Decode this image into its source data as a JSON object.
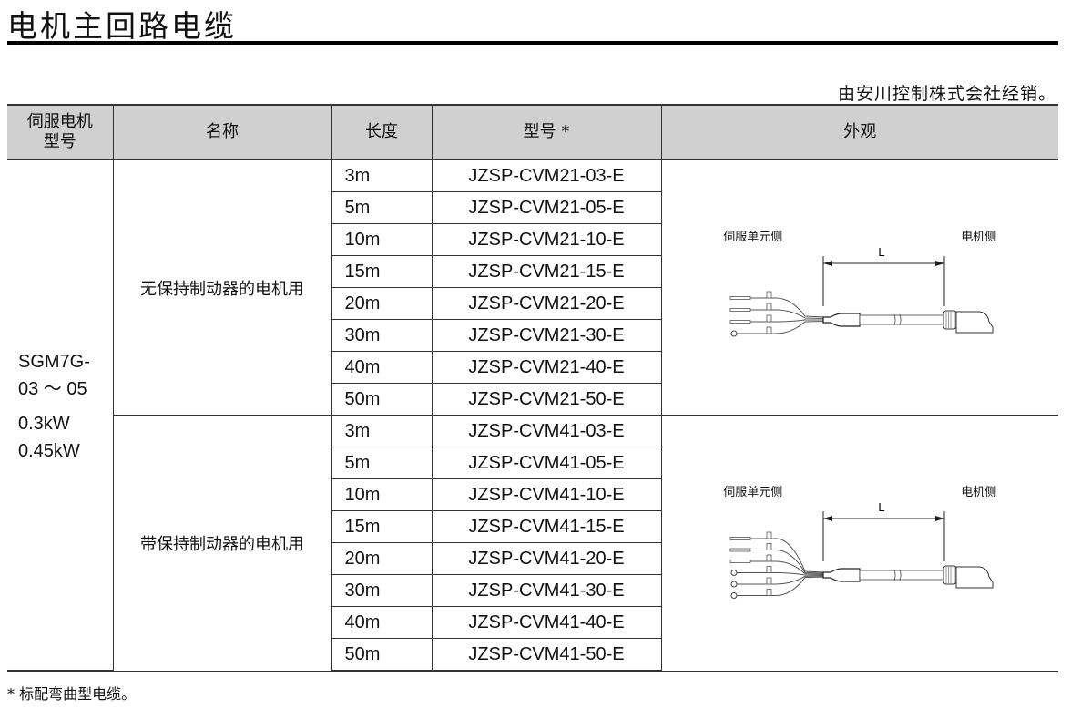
{
  "title": "电机主回路电缆",
  "distributor_note": "由安川控制株式会社经销。",
  "table": {
    "headers": [
      "伺服电机\n型号",
      "名称",
      "长度",
      "型号 *",
      "外观"
    ],
    "motor_model": {
      "line1": "SGM7G-",
      "line2": "03 ～ 05",
      "power1": "0.3kW",
      "power2": "0.45kW"
    },
    "groups": [
      {
        "name": "无保持制动器的电机用",
        "rows": [
          {
            "length": "3m",
            "model": "JZSP-CVM21-03-E"
          },
          {
            "length": "5m",
            "model": "JZSP-CVM21-05-E"
          },
          {
            "length": "10m",
            "model": "JZSP-CVM21-10-E"
          },
          {
            "length": "15m",
            "model": "JZSP-CVM21-15-E"
          },
          {
            "length": "20m",
            "model": "JZSP-CVM21-20-E"
          },
          {
            "length": "30m",
            "model": "JZSP-CVM21-30-E"
          },
          {
            "length": "40m",
            "model": "JZSP-CVM21-40-E"
          },
          {
            "length": "50m",
            "model": "JZSP-CVM21-50-E"
          }
        ],
        "diagram": {
          "left_label": "伺服单元侧",
          "right_label": "电机侧",
          "dim_label": "L",
          "wires": 4,
          "ring_terminals": 1
        }
      },
      {
        "name": "带保持制动器的电机用",
        "rows": [
          {
            "length": "3m",
            "model": "JZSP-CVM41-03-E"
          },
          {
            "length": "5m",
            "model": "JZSP-CVM41-05-E"
          },
          {
            "length": "10m",
            "model": "JZSP-CVM41-10-E"
          },
          {
            "length": "15m",
            "model": "JZSP-CVM41-15-E"
          },
          {
            "length": "20m",
            "model": "JZSP-CVM41-20-E"
          },
          {
            "length": "30m",
            "model": "JZSP-CVM41-30-E"
          },
          {
            "length": "40m",
            "model": "JZSP-CVM41-40-E"
          },
          {
            "length": "50m",
            "model": "JZSP-CVM41-50-E"
          }
        ],
        "diagram": {
          "left_label": "伺服单元侧",
          "right_label": "电机侧",
          "dim_label": "L",
          "wires": 6,
          "ring_terminals": 3
        }
      }
    ]
  },
  "footnote": "* 标配弯曲型电缆。",
  "colors": {
    "header_bg": "#d0d0d0",
    "rule": "#000000"
  }
}
